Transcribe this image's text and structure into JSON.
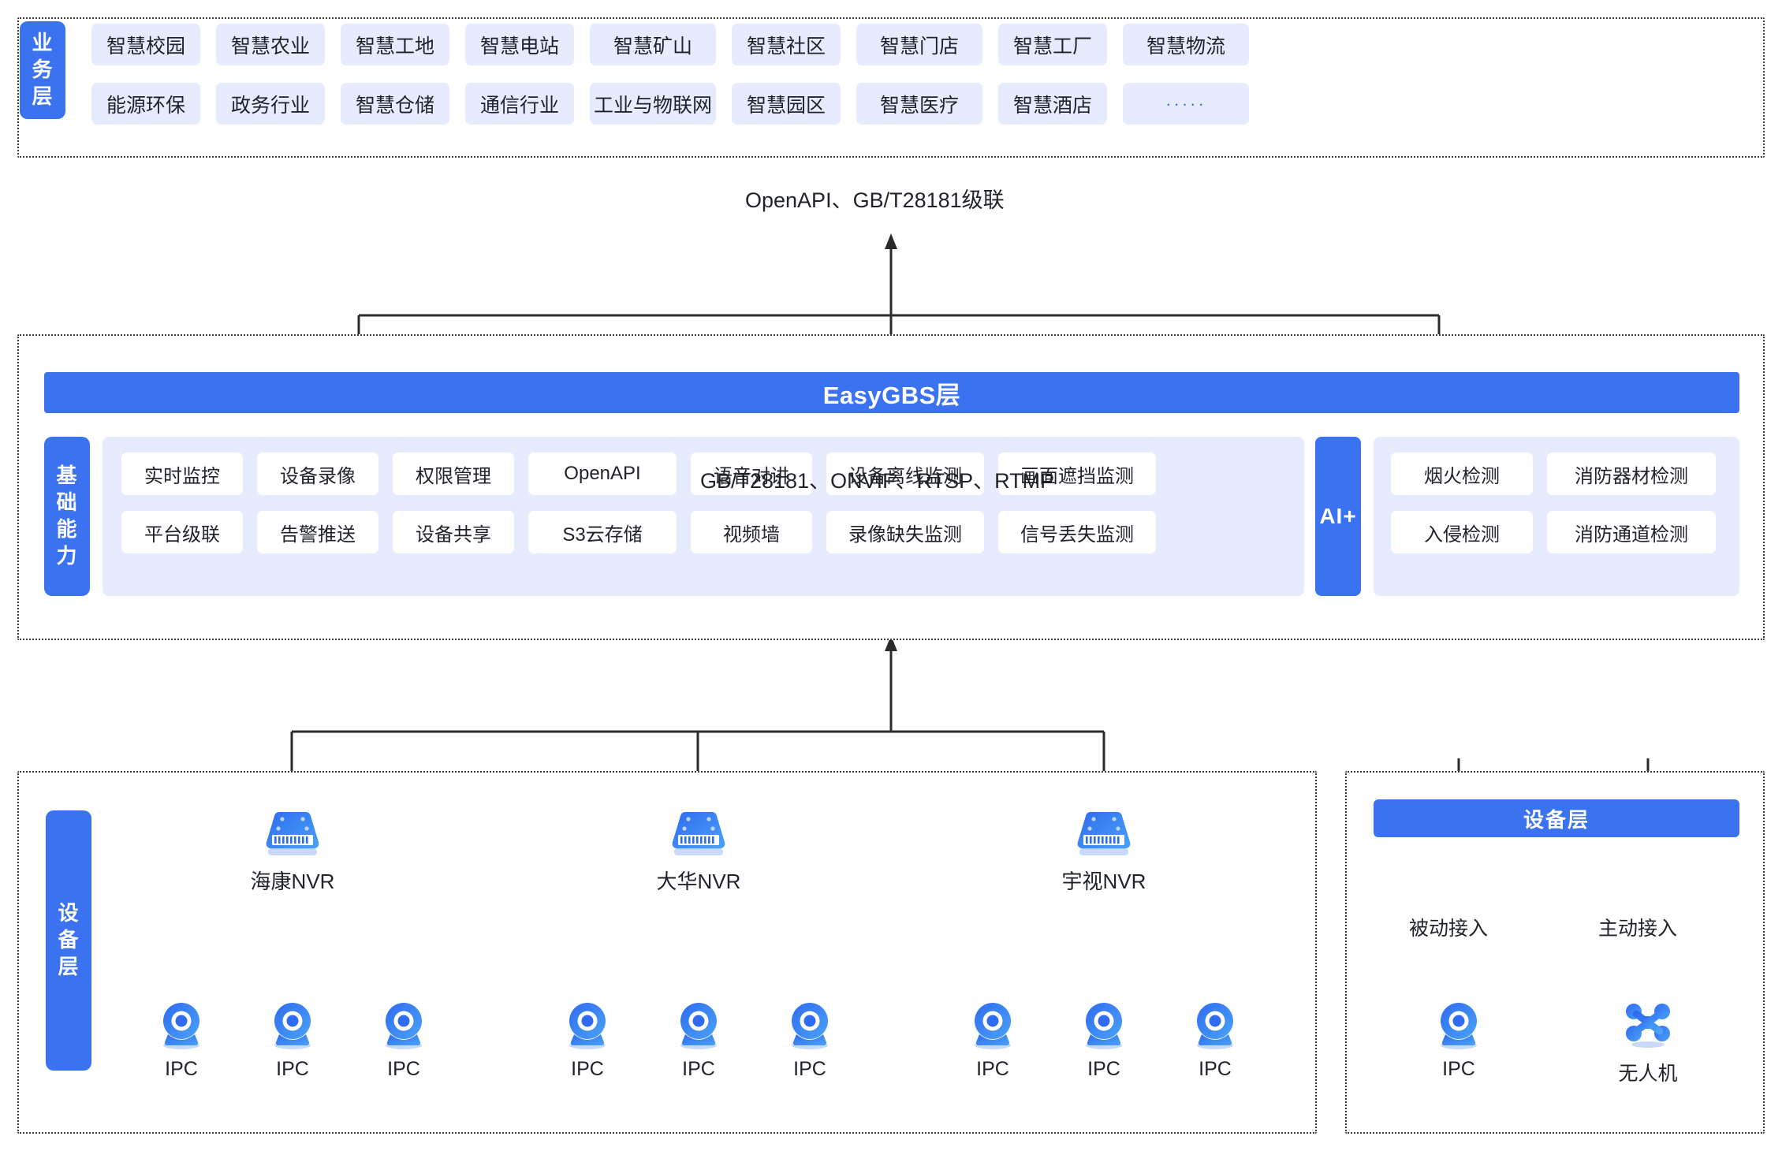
{
  "business_layer": {
    "label": "业务层",
    "label_chars": [
      "业",
      "务",
      "层"
    ],
    "row1": [
      {
        "text": "智慧校园"
      },
      {
        "text": "智慧农业"
      },
      {
        "text": "智慧工地"
      },
      {
        "text": "智慧电站"
      },
      {
        "text": "智慧矿山"
      },
      {
        "text": "智慧社区"
      },
      {
        "text": "智慧门店"
      },
      {
        "text": "智慧工厂"
      },
      {
        "text": "智慧物流"
      }
    ],
    "row2": [
      {
        "text": "能源环保"
      },
      {
        "text": "政务行业"
      },
      {
        "text": "智慧仓储"
      },
      {
        "text": "通信行业"
      },
      {
        "text": "工业与物联网"
      },
      {
        "text": "智慧园区"
      },
      {
        "text": "智慧医疗"
      },
      {
        "text": "智慧酒店"
      },
      {
        "text": "·····"
      }
    ]
  },
  "connector_top": "OpenAPI、GB/T28181级联",
  "connector_bottom": "GB/T28181、ONVIF、RTSP、RTMP",
  "platform_layer": {
    "title": "EasyGBS层",
    "capability_label": "基础能力",
    "capability_label_chars": [
      "基",
      "础",
      "能",
      "力"
    ],
    "capability_row1": [
      {
        "text": "实时监控"
      },
      {
        "text": "设备录像"
      },
      {
        "text": "权限管理"
      },
      {
        "text": "OpenAPI"
      },
      {
        "text": "语音对讲"
      },
      {
        "text": "设备离线监测"
      },
      {
        "text": "画面遮挡监测"
      }
    ],
    "capability_row2": [
      {
        "text": "平台级联"
      },
      {
        "text": "告警推送"
      },
      {
        "text": "设备共享"
      },
      {
        "text": "S3云存储"
      },
      {
        "text": "视频墙"
      },
      {
        "text": "录像缺失监测"
      },
      {
        "text": "信号丢失监测"
      }
    ],
    "ai_label": "AI+",
    "ai_row1": [
      {
        "text": "烟火检测"
      },
      {
        "text": "消防器材检测"
      }
    ],
    "ai_row2": [
      {
        "text": "入侵检测"
      },
      {
        "text": "消防通道检测"
      }
    ]
  },
  "device_layer": {
    "label": "设备层",
    "label_chars": [
      "设",
      "备",
      "层"
    ],
    "right_title": "设备层",
    "nvrs": [
      {
        "name": "海康NVR",
        "cameras": [
          "IPC",
          "IPC",
          "IPC"
        ]
      },
      {
        "name": "大华NVR",
        "cameras": [
          "IPC",
          "IPC",
          "IPC"
        ]
      },
      {
        "name": "宇视NVR",
        "cameras": [
          "IPC",
          "IPC",
          "IPC"
        ]
      }
    ],
    "access_modes": [
      {
        "label": "被动接入",
        "device": "IPC",
        "icon": "camera-icon"
      },
      {
        "label": "主动接入",
        "device": "无人机",
        "icon": "drone-icon"
      }
    ]
  },
  "colors": {
    "brand_blue": "#3a72f0",
    "tile_blue": "#e6ecfd",
    "tile_white": "#ffffff",
    "line": "#3c3c3c",
    "text": "#1f2329"
  }
}
